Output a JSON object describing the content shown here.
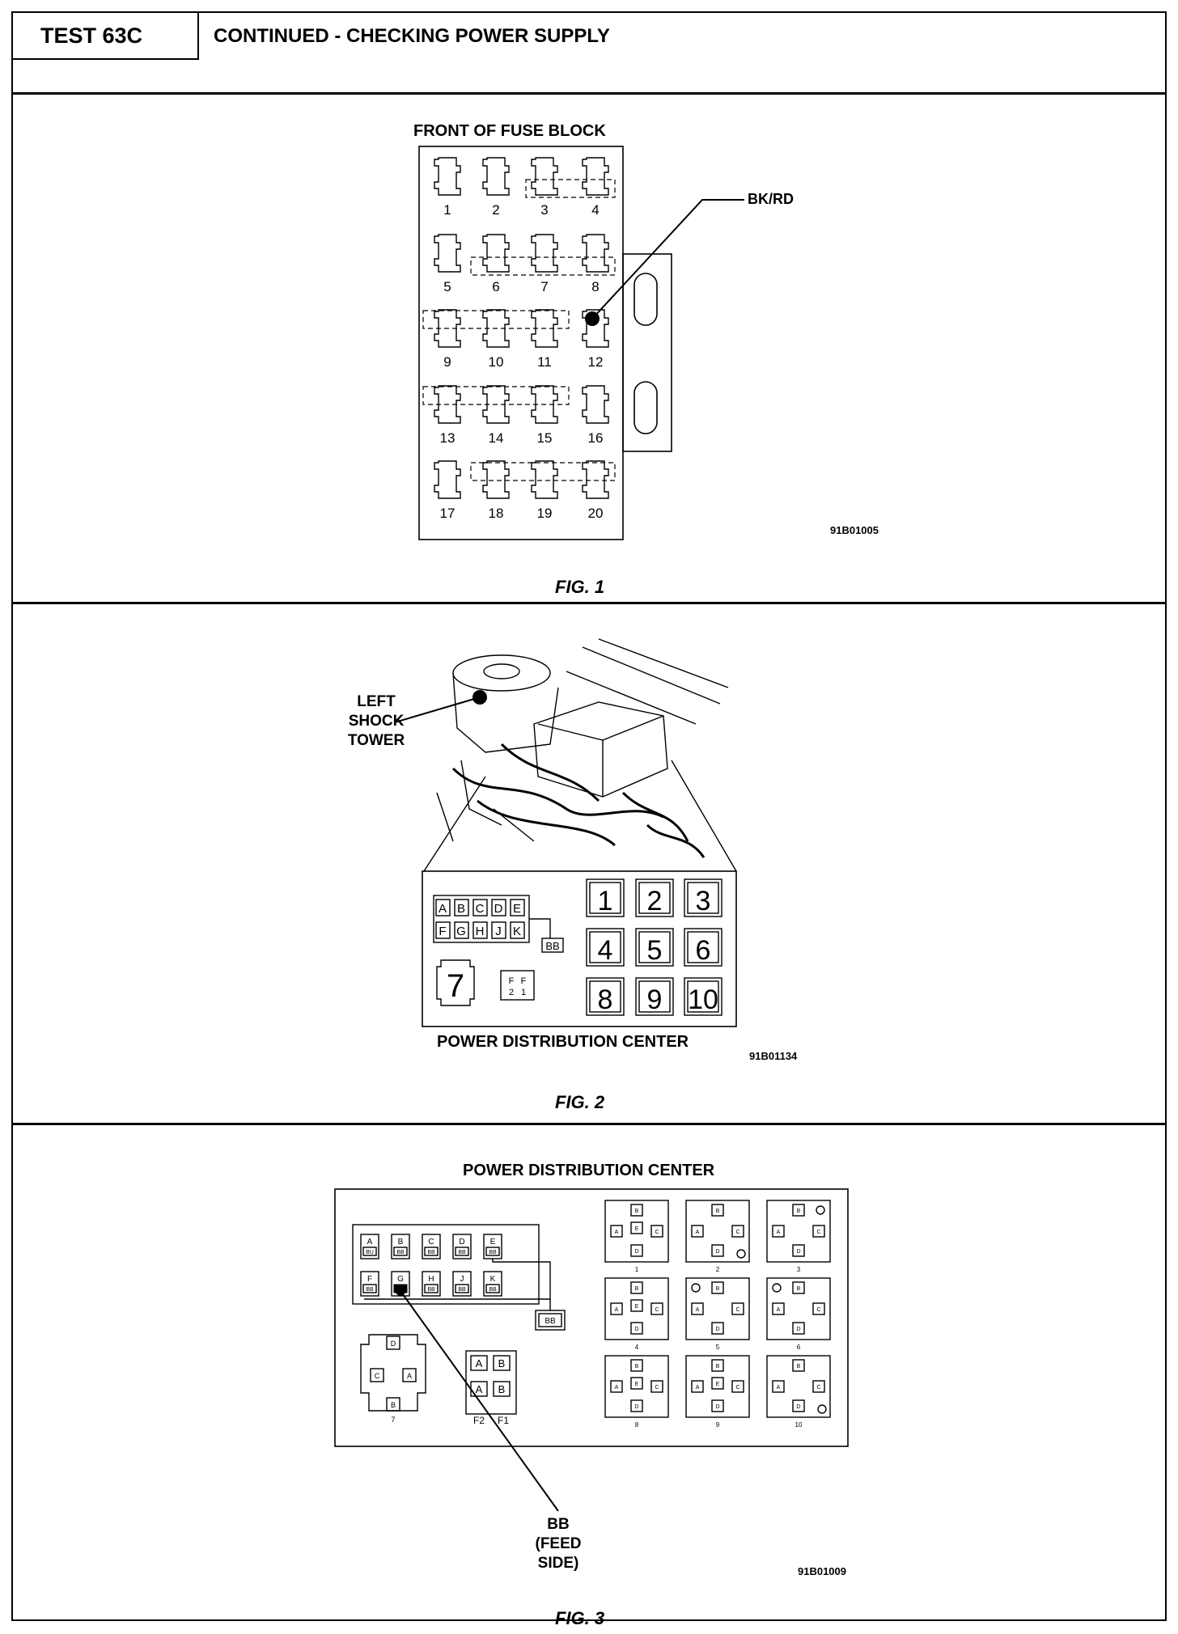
{
  "header": {
    "test_label": "TEST 63C",
    "title": "CONTINUED - CHECKING POWER SUPPLY"
  },
  "fig1": {
    "title": "FRONT OF FUSE BLOCK",
    "wire_label": "BK/RD",
    "fuse_numbers": [
      "1",
      "2",
      "3",
      "4",
      "5",
      "6",
      "7",
      "8",
      "9",
      "10",
      "11",
      "12",
      "13",
      "14",
      "15",
      "16",
      "17",
      "18",
      "19",
      "20"
    ],
    "ref_code": "91B01005",
    "caption": "FIG. 1"
  },
  "fig2": {
    "tower_label_lines": [
      "LEFT",
      "SHOCK",
      "TOWER"
    ],
    "fuse_row1": [
      "A",
      "B",
      "C",
      "D",
      "E"
    ],
    "fuse_row2": [
      "F",
      "G",
      "H",
      "J",
      "K"
    ],
    "bus_label": "BB",
    "relay_numbers": [
      "1",
      "2",
      "3",
      "4",
      "5",
      "6",
      "8",
      "9",
      "10"
    ],
    "connector_number": "7",
    "small_block_label": [
      "F",
      "F",
      "2",
      "1"
    ],
    "title": "POWER DISTRIBUTION CENTER",
    "ref_code": "91B01134",
    "caption": "FIG. 2"
  },
  "fig3": {
    "title": "POWER DISTRIBUTION CENTER",
    "fuse_row1": [
      "A",
      "B",
      "C",
      "D",
      "E"
    ],
    "fuse_row2": [
      "F",
      "G",
      "H",
      "J",
      "K"
    ],
    "row1_sub": [
      "BU",
      "BB",
      "BB",
      "BB",
      "BB"
    ],
    "row2_sub": [
      "BB",
      "BB",
      "BB",
      "BB",
      "BB"
    ],
    "bus_label": "BB",
    "connector_number": "7",
    "connector_pins": [
      "D",
      "C",
      "A",
      "B"
    ],
    "small_block": [
      "A",
      "B",
      "A",
      "B"
    ],
    "small_block_labels": [
      "F2",
      "F1"
    ],
    "relay_numbers": [
      "1",
      "2",
      "3",
      "4",
      "5",
      "6",
      "8",
      "9",
      "10"
    ],
    "relay_pins": [
      "B",
      "A",
      "C",
      "E",
      "D"
    ],
    "callout_lines": [
      "BB",
      "(FEED",
      "SIDE)"
    ],
    "ref_code": "91B01009",
    "caption": "FIG. 3"
  }
}
